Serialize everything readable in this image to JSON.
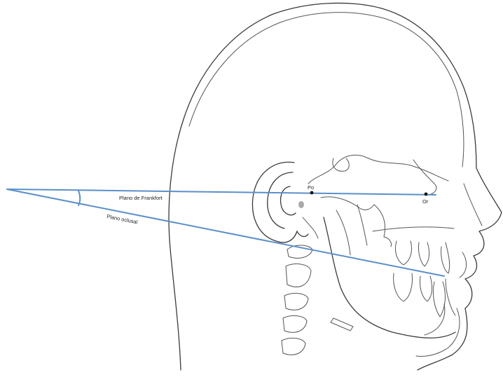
{
  "diagram": {
    "labels": {
      "frankfort_plane": "Plano de Frankfort",
      "occlusal_plane": "Plano oclusal",
      "porion": "Po",
      "orbitale": "Or"
    },
    "colors": {
      "reference_line": "#5b8fc9",
      "outline": "#3a3a3a",
      "point": "#111111",
      "background": "#ffffff"
    }
  }
}
